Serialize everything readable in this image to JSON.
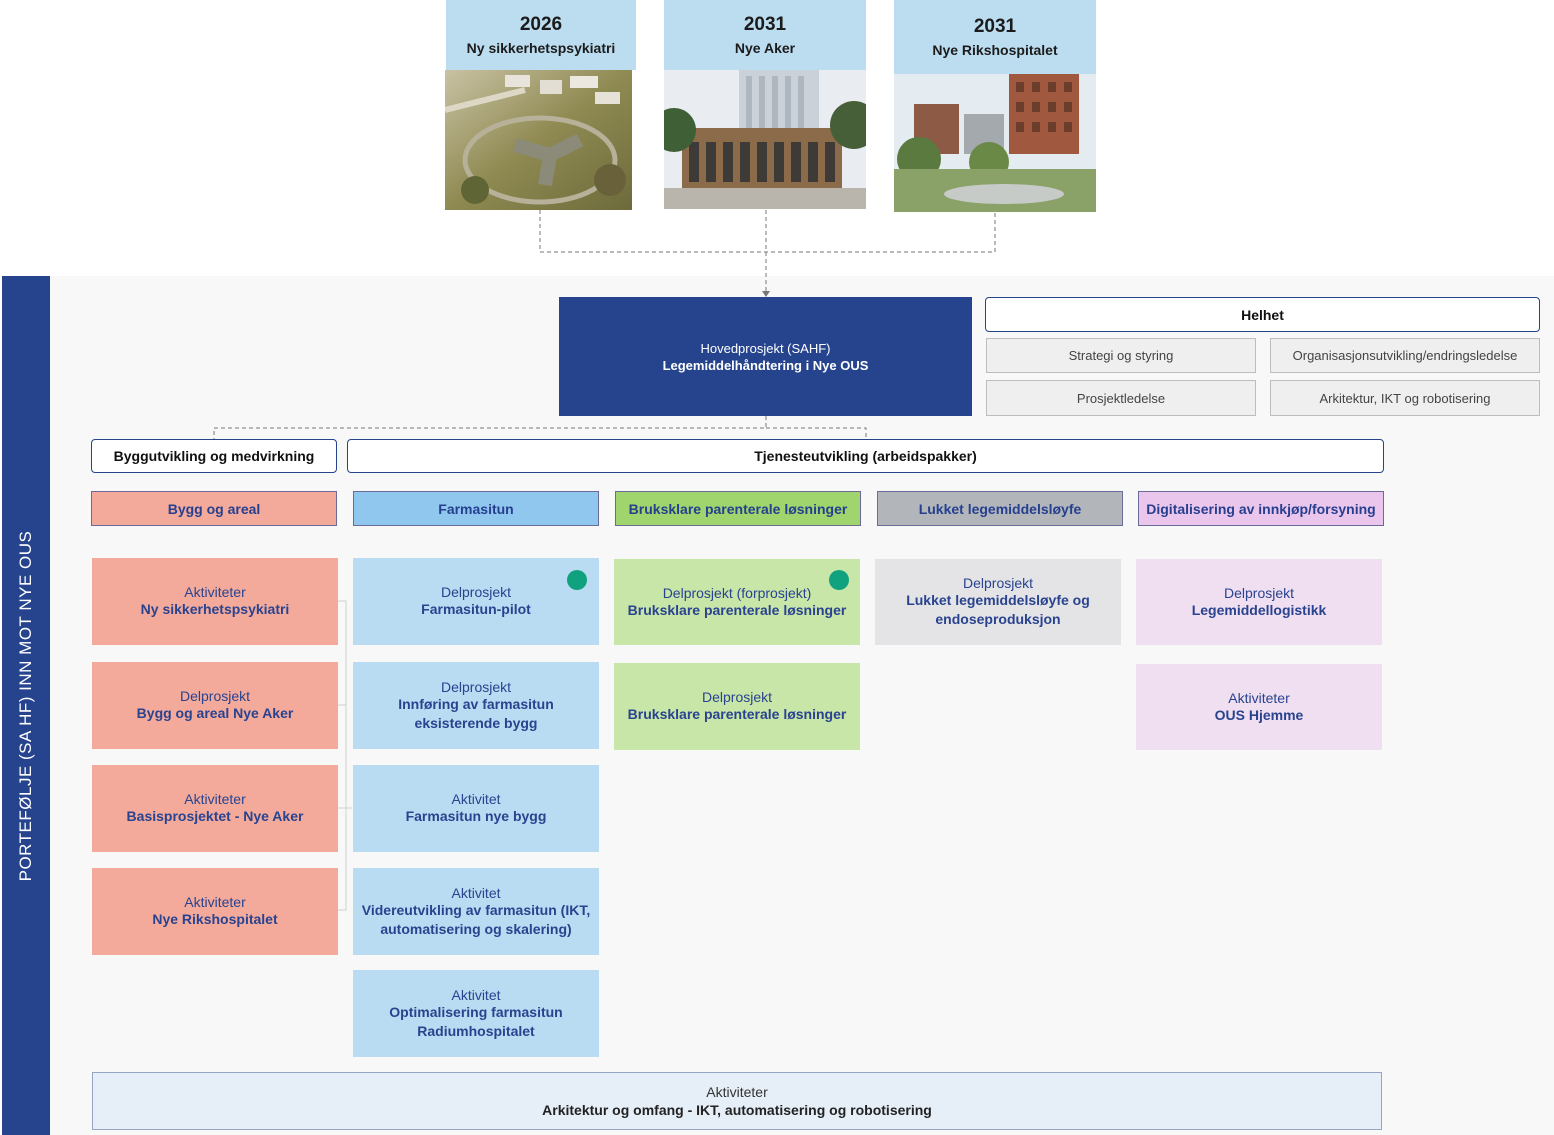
{
  "projects": [
    {
      "year": "2026",
      "name": "Ny sikkerhetspsykiatri"
    },
    {
      "year": "2031",
      "name": "Nye Aker"
    },
    {
      "year": "2031",
      "name": "Nye  Rikshospitalet"
    }
  ],
  "sidebar": {
    "label": "PORTEFØLJE (SA HF) INN MOT NYE OUS"
  },
  "main": {
    "kind": "Hovedprosjekt (SAHF)",
    "title": "Legemiddelhåndtering i Nye OUS"
  },
  "helhet": {
    "title": "Helhet",
    "items": [
      "Strategi og styring",
      "Organisasjonsutvikling/endringsledelse",
      "Prosjektledelse",
      "Arkitektur, IKT og robotisering"
    ]
  },
  "sections": {
    "bygg": "Byggutvikling og medvirkning",
    "tjeneste": "Tjenesteutvikling (arbeidspakker)"
  },
  "categories": [
    "Bygg og areal",
    "Farmasitun",
    "Bruksklare parenterale løsninger",
    "Lukket legemiddelsløyfe",
    "Digitalisering av innkjøp/forsyning"
  ],
  "columns": [
    [
      {
        "kind": "Aktiviteter",
        "title": "Ny sikkerhetspsykiatri"
      },
      {
        "kind": "Delprosjekt",
        "title": "Bygg og areal Nye Aker"
      },
      {
        "kind": "Aktiviteter",
        "title": "Basisprosjektet - Nye Aker"
      },
      {
        "kind": "Aktiviteter",
        "title": "Nye Rikshospitalet"
      }
    ],
    [
      {
        "kind": "Delprosjekt",
        "title": "Farmasitun-pilot"
      },
      {
        "kind": "Delprosjekt",
        "title": "Innføring av farmasitun eksisterende bygg"
      },
      {
        "kind": "Aktivitet",
        "title": "Farmasitun nye bygg"
      },
      {
        "kind": "Aktivitet",
        "title": "Videreutvikling av farmasitun (IKT, automatisering og skalering)"
      },
      {
        "kind": "Aktivitet",
        "title": "Optimalisering farmasitun Radiumhospitalet"
      }
    ],
    [
      {
        "kind": "Delprosjekt (forprosjekt)",
        "title": "Bruksklare parenterale løsninger"
      },
      {
        "kind": "Delprosjekt",
        "title": "Bruksklare parenterale løsninger"
      }
    ],
    [
      {
        "kind": "Delprosjekt",
        "title": "Lukket legemiddelsløyfe og endoseproduksjon"
      }
    ],
    [
      {
        "kind": "Delprosjekt",
        "title": "Legemiddellogistikk"
      },
      {
        "kind": "Aktiviteter",
        "title": "OUS Hjemme"
      }
    ]
  ],
  "bottom": {
    "kind": "Aktiviteter",
    "title": "Arkitektur og omfang - IKT, automatisering og robotisering"
  },
  "colors": {
    "navy": "#26448e",
    "header_blue": "#bcdcf0",
    "bygg": "#f4aa9b",
    "farmasitun": "#b9dcf2",
    "parenteral": "#c8e6a8",
    "lukket": "#e4e4e6",
    "digital": "#efdff0",
    "status_dot": "#10a27e"
  }
}
